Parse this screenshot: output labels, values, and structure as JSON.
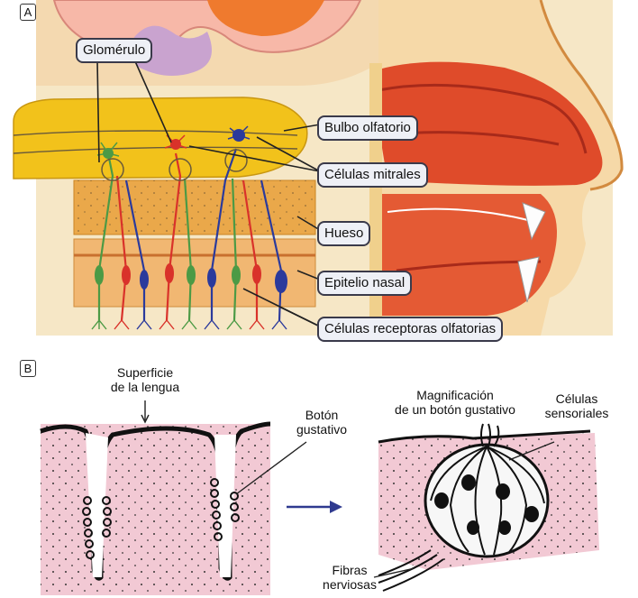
{
  "panel_a": {
    "tag": "A",
    "labels": {
      "glomerulo": "Glomérulo",
      "bulbo": "Bulbo olfatorio",
      "mitrales": "Células mitrales",
      "hueso": "Hueso",
      "epitelio": "Epitelio nasal",
      "receptoras": "Células receptoras olfatorias"
    }
  },
  "panel_b": {
    "tag": "B",
    "superficie_1": "Superficie",
    "superficie_2": "de la lengua",
    "boton_1": "Botón",
    "boton_2": "gustativo",
    "magnif_1": "Magnificación",
    "magnif_2": "de un botón gustativo",
    "sensoriales_1": "Células",
    "sensoriales_2": "sensoriales",
    "fibras_1": "Fibras",
    "fibras_2": "nerviosas"
  },
  "colors": {
    "bulb": "#f2c21b",
    "bone": "#e8a64a",
    "epithelium": "#f1b772",
    "tissue": "#f2c9d4",
    "callout_bg": "#eef0f6",
    "arrow": "#2f3a8f",
    "neuron_green": "#4c9a45",
    "neuron_red": "#d9322a",
    "neuron_blue": "#2b3a9c"
  }
}
